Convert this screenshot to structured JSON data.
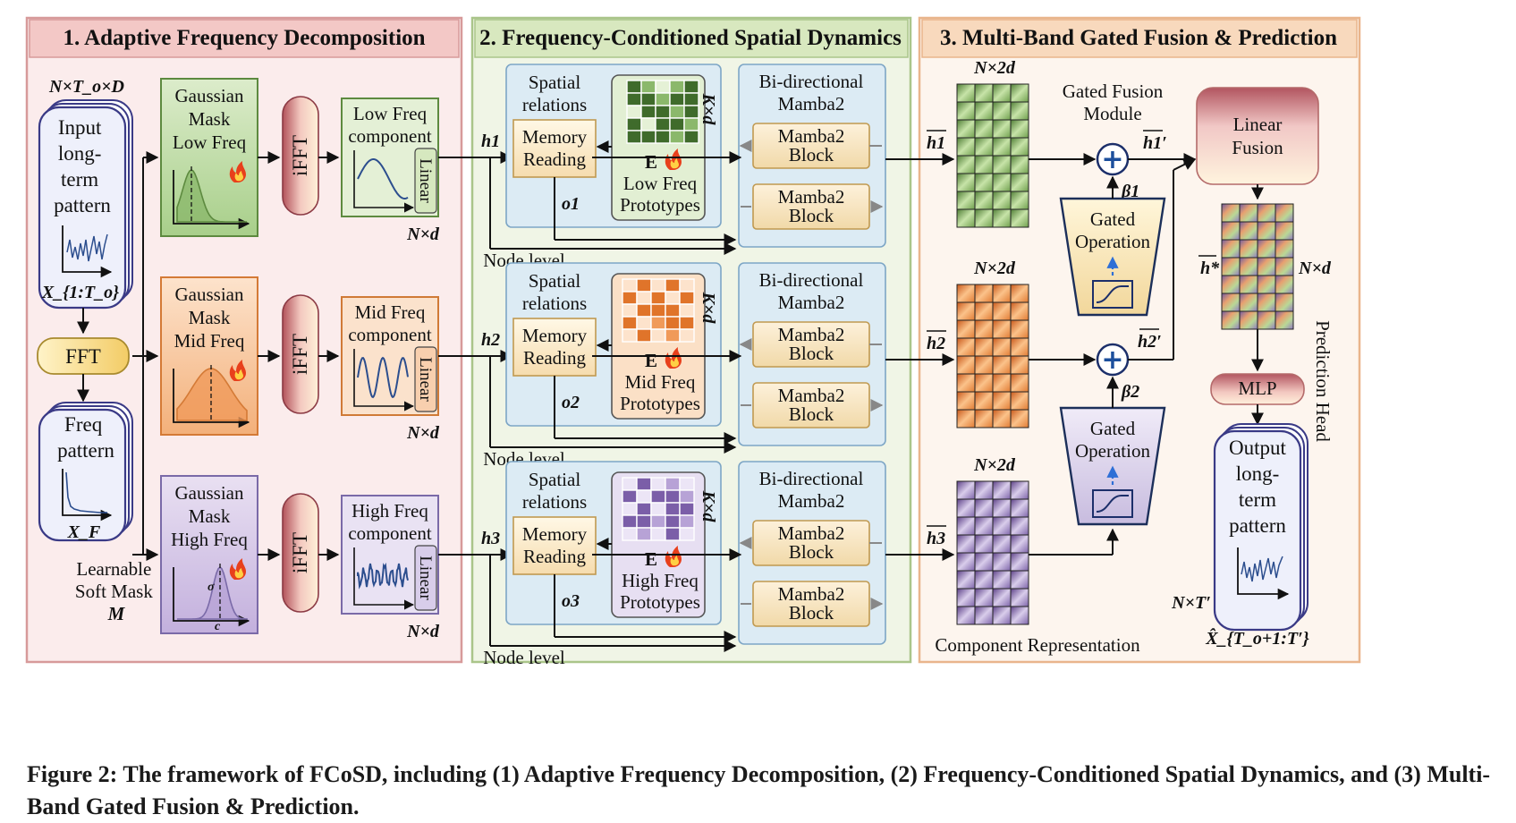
{
  "sections": [
    {
      "title": "1. Adaptive Frequency Decomposition"
    },
    {
      "title": "2. Frequency-Conditioned Spatial Dynamics"
    },
    {
      "title": "3. Multi-Band Gated Fusion & Prediction"
    }
  ],
  "input": {
    "dims": "N×T_o×D",
    "label_lines": [
      "Input",
      "long-",
      "term",
      "pattern"
    ],
    "symbol": "X_{1:T_o}"
  },
  "fft_label": "FFT",
  "freq": {
    "label_lines": [
      "Freq",
      "pattern"
    ],
    "symbol": "X_F"
  },
  "soft_mask": {
    "lines": [
      "Learnable",
      "Soft Mask",
      "M"
    ]
  },
  "bands": [
    {
      "mask_lines": [
        "Gaussian",
        "Mask",
        "Low Freq"
      ],
      "ifft": "iFFT",
      "component_lines": [
        "Low Freq",
        "component"
      ],
      "linear": "Linear",
      "dims": "N×d",
      "h": "h1",
      "relations_lines": [
        "Spatial",
        "relations"
      ],
      "memory_lines": [
        "Memory",
        "Reading"
      ],
      "o": "o1",
      "proto_dims": "K×d",
      "proto_lines": [
        "E",
        "Low Freq",
        "Prototypes"
      ],
      "mamba_title_lines": [
        "Bi-directional",
        "Mamba2"
      ],
      "block_lines": [
        "Mamba2",
        "Block"
      ],
      "node_level": "Node level",
      "color": "#6a9a4c"
    },
    {
      "mask_lines": [
        "Gaussian",
        "Mask",
        "Mid Freq"
      ],
      "ifft": "iFFT",
      "component_lines": [
        "Mid Freq",
        "component"
      ],
      "linear": "Linear",
      "dims": "N×d",
      "h": "h2",
      "relations_lines": [
        "Spatial",
        "relations"
      ],
      "memory_lines": [
        "Memory",
        "Reading"
      ],
      "o": "o2",
      "proto_dims": "K×d",
      "proto_lines": [
        "E",
        "Mid Freq",
        "Prototypes"
      ],
      "mamba_title_lines": [
        "Bi-directional",
        "Mamba2"
      ],
      "block_lines": [
        "Mamba2",
        "Block"
      ],
      "node_level": "Node level",
      "color": "#e0742a"
    },
    {
      "mask_lines": [
        "Gaussian",
        "Mask",
        "High Freq"
      ],
      "ifft": "iFFT",
      "component_lines": [
        "High Freq",
        "component"
      ],
      "linear": "Linear",
      "dims": "N×d",
      "h": "h3",
      "relations_lines": [
        "Spatial",
        "relations"
      ],
      "memory_lines": [
        "Memory",
        "Reading"
      ],
      "o": "o3",
      "proto_dims": "K×d",
      "proto_lines": [
        "E",
        "High Freq",
        "Prototypes"
      ],
      "mamba_title_lines": [
        "Bi-directional",
        "Mamba2"
      ],
      "block_lines": [
        "Mamba2",
        "Block"
      ],
      "node_level": "Node level",
      "color": "#7a5ea8"
    }
  ],
  "fusion": {
    "grid_dims": "N×2d",
    "h_bar": [
      "h1",
      "h2",
      "h3"
    ],
    "h_prime": [
      "h1′",
      "h2′"
    ],
    "beta": [
      "β1",
      "β2"
    ],
    "module_lines": [
      "Gated Fusion",
      "Module"
    ],
    "gated_lines": [
      "Gated",
      "Operation"
    ],
    "linear_fusion_lines": [
      "Linear",
      "Fusion"
    ],
    "h_star": "h*",
    "out_dims": "N×d",
    "mlp": "MLP",
    "prediction_head": "Prediction Head",
    "output_lines": [
      "Output",
      "long-",
      "term",
      "pattern"
    ],
    "output_dims": "N×T′",
    "output_symbol": "X̂_{T_o+1:T′}",
    "component_representation": "Component Representation"
  },
  "caption": "Figure 2: The framework of FCoSD, including (1) Adaptive Frequency Decomposition, (2) Frequency-Conditioned Spatial Dynamics, and (3) Multi-Band Gated Fusion & Prediction."
}
